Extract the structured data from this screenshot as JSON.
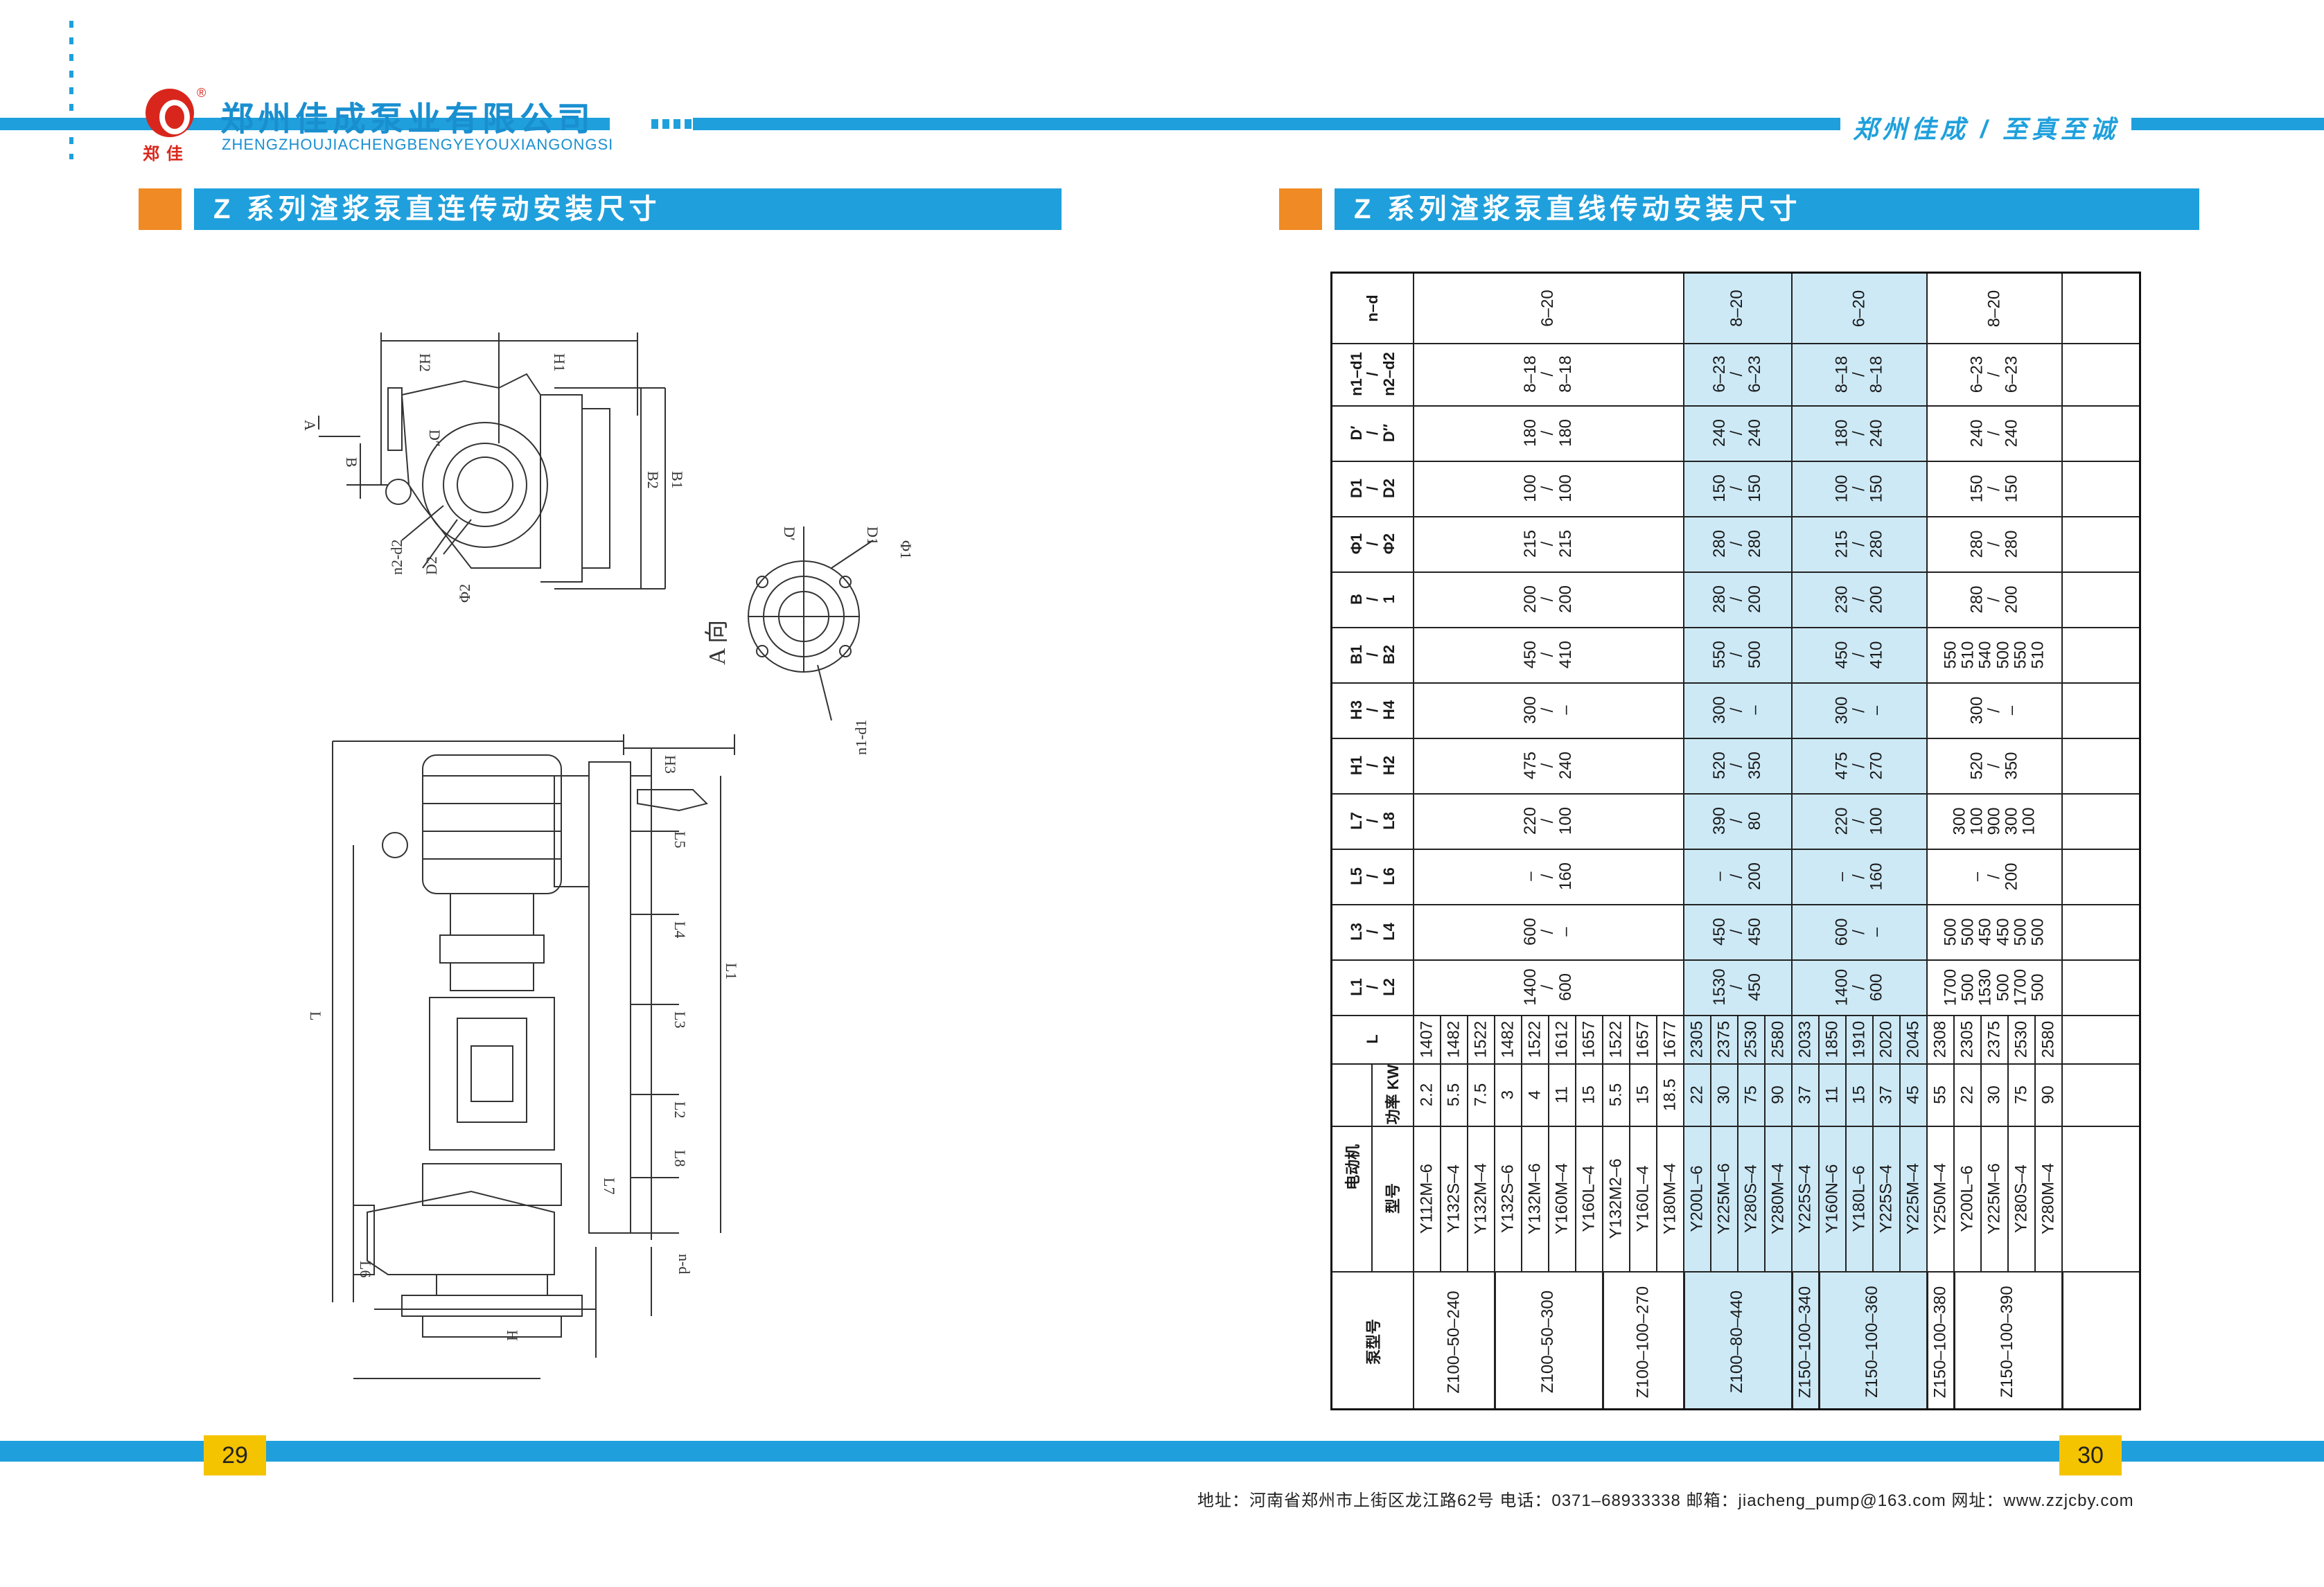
{
  "header": {
    "logo_sub": "郑佳",
    "logo_reg": "®",
    "company_cn": "郑州佳成泵业有限公司",
    "company_en": "ZHENGZHOUJIACHENGBENGYEYOUXIANGONGSI",
    "slogan": "郑州佳成 / 至真至诚"
  },
  "left_section": {
    "title": "Z 系列渣浆泵直连传动安装尺寸"
  },
  "right_section": {
    "title": "Z 系列渣浆泵直线传动安装尺寸"
  },
  "diagram": {
    "labels": [
      "H2",
      "H1",
      "A",
      "B",
      "D″",
      "B2",
      "B1",
      "n2-d2",
      "D2",
      "Φ2",
      "D′",
      "D1",
      "Φ1",
      "A 向",
      "n1-d1",
      "H3",
      "L5",
      "L4",
      "L1",
      "L3",
      "L2",
      "L8",
      "L7",
      "n-d",
      "L6",
      "L",
      "H"
    ]
  },
  "table": {
    "headers": {
      "pump": "泵型号",
      "motor": "电动机",
      "model": "型号",
      "power": "功率 KW",
      "L": "L",
      "L1L2": [
        "L1",
        "/",
        "L2"
      ],
      "L3L4": [
        "L3",
        "/",
        "L4"
      ],
      "L5L6": [
        "L5",
        "/",
        "L6"
      ],
      "L7L8": [
        "L7",
        "/",
        "L8"
      ],
      "H1H2": [
        "H1",
        "/",
        "H2"
      ],
      "H3H4": [
        "H3",
        "/",
        "H4"
      ],
      "B1B2": [
        "B1",
        "/",
        "B2"
      ],
      "B": [
        "B",
        "/",
        "1"
      ],
      "phi": [
        "Φ1",
        "/",
        "Φ2"
      ],
      "D1D2": [
        "D1",
        "/",
        "D2"
      ],
      "Dp": [
        "D′",
        "/",
        "D″"
      ],
      "n1d1": [
        "n1–d1",
        "/",
        "n2–d2"
      ],
      "nd": "n–d"
    },
    "groups": [
      {
        "pump": "Z100–50–240",
        "motors": [
          [
            "Y112M–6",
            "2.2",
            "1407"
          ],
          [
            "Y132S–4",
            "5.5",
            "1482"
          ],
          [
            "Y132M–4",
            "7.5",
            "1522"
          ]
        ]
      },
      {
        "pump": "Z100–50–300",
        "motors": [
          [
            "Y132S–6",
            "3",
            "1482"
          ],
          [
            "Y132M–6",
            "4",
            "1522"
          ],
          [
            "Y160M–4",
            "11",
            "1612"
          ],
          [
            "Y160L–4",
            "15",
            "1657"
          ]
        ]
      },
      {
        "pump": "Z100–100–270",
        "motors": [
          [
            "Y132M2–6",
            "5.5",
            "1522"
          ],
          [
            "Y160L–4",
            "15",
            "1657"
          ],
          [
            "Y180M–4",
            "18.5",
            "1677"
          ]
        ]
      },
      {
        "pump": "Z100–80–440",
        "motors": [
          [
            "Y200L–6",
            "22",
            "2305"
          ],
          [
            "Y225M–6",
            "30",
            "2375"
          ],
          [
            "Y280S–4",
            "75",
            "2530"
          ],
          [
            "Y280M–4",
            "90",
            "2580"
          ]
        ]
      },
      {
        "pump": "Z150–100–340",
        "motors": [
          [
            "Y225S–4",
            "37",
            "2033"
          ]
        ]
      },
      {
        "pump": "Z150–100–360",
        "motors": [
          [
            "Y160N–6",
            "11",
            "1850"
          ],
          [
            "Y180L–6",
            "15",
            "1910"
          ],
          [
            "Y225S–4",
            "37",
            "2020"
          ],
          [
            "Y225M–4",
            "45",
            "2045"
          ]
        ]
      },
      {
        "pump": "Z150–100–380",
        "motors": [
          [
            "Y250M–4",
            "55",
            "2308"
          ]
        ]
      },
      {
        "pump": "Z150–100–390",
        "motors": [
          [
            "Y200L–6",
            "22",
            "2305"
          ],
          [
            "Y225M–6",
            "30",
            "2375"
          ],
          [
            "Y280S–4",
            "75",
            "2530"
          ],
          [
            "Y280M–4",
            "90",
            "2580"
          ]
        ]
      }
    ],
    "dim_blocks": [
      {
        "L1L2": [
          "1400",
          "/",
          "600"
        ],
        "L3L4": [
          "600",
          "/",
          "–"
        ],
        "L5L6": [
          "–",
          "/",
          "160"
        ],
        "L7L8": [
          "220",
          "/",
          "100"
        ],
        "H1H2": [
          "475",
          "/",
          "240"
        ],
        "H3H4": [
          "300",
          "/",
          "–"
        ],
        "B1B2": [
          "450",
          "/",
          "410"
        ],
        "B": [
          "200",
          "/",
          "200"
        ],
        "phi": [
          "215",
          "/",
          "215"
        ],
        "D1D2": [
          "100",
          "/",
          "100"
        ],
        "Dp": [
          "180",
          "/",
          "180"
        ],
        "n1d1": [
          "8–18",
          "/",
          "8–18"
        ],
        "nd": "6–20"
      },
      {
        "L1L2": [
          "1530",
          "/",
          "450"
        ],
        "L3L4": [
          "450",
          "/",
          "450"
        ],
        "L5L6": [
          "–",
          "/",
          "200"
        ],
        "L7L8": [
          "390",
          "/",
          "80"
        ],
        "H1H2": [
          "520",
          "/",
          "350"
        ],
        "H3H4": [
          "300",
          "/",
          "–"
        ],
        "B1B2": [
          "550",
          "/",
          "500"
        ],
        "B": [
          "280",
          "/",
          "200"
        ],
        "phi": [
          "280",
          "/",
          "280"
        ],
        "D1D2": [
          "150",
          "/",
          "150"
        ],
        "Dp": [
          "240",
          "/",
          "240"
        ],
        "n1d1": [
          "6–23",
          "/",
          "6–23"
        ],
        "nd": "8–20"
      },
      {
        "L1L2": [
          "1400",
          "/",
          "600"
        ],
        "L3L4": [
          "600",
          "/",
          "–"
        ],
        "L5L6": [
          "–",
          "/",
          "160"
        ],
        "L7L8": [
          "220",
          "/",
          "100"
        ],
        "H1H2": [
          "475",
          "/",
          "270"
        ],
        "H3H4": [
          "300",
          "/",
          "–"
        ],
        "B1B2": [
          "450",
          "/",
          "410"
        ],
        "B": [
          "230",
          "/",
          "200"
        ],
        "phi": [
          "215",
          "/",
          "280"
        ],
        "D1D2": [
          "100",
          "/",
          "150"
        ],
        "Dp": [
          "180",
          "/",
          "240"
        ],
        "n1d1": [
          "8–18",
          "/",
          "8–18"
        ],
        "nd": "6–20"
      },
      {
        "L1L2": [
          "1700",
          "500",
          "1530",
          "500",
          "1700",
          "500"
        ],
        "L3L4": [
          "500",
          "500",
          "450",
          "450",
          "500",
          "500"
        ],
        "L5L6": [
          "–",
          "/",
          "200"
        ],
        "L7L8": [
          "300",
          "100",
          "900",
          "300",
          "100"
        ],
        "H1H2": [
          "520",
          "/",
          "350"
        ],
        "H3H4": [
          "300",
          "/",
          "–"
        ],
        "B1B2": [
          "550",
          "510",
          "540",
          "500",
          "550",
          "510"
        ],
        "B": [
          "280",
          "/",
          "200"
        ],
        "phi": [
          "280",
          "/",
          "280"
        ],
        "D1D2": [
          "150",
          "/",
          "150"
        ],
        "Dp": [
          "240",
          "/",
          "240"
        ],
        "n1d1": [
          "6–23",
          "/",
          "6–23"
        ],
        "nd": "8–20"
      }
    ]
  },
  "footer": {
    "page_left": "29",
    "page_right": "30",
    "contact": "地址：河南省郑州市上街区龙江路62号    电话：0371–68933338    邮箱：jiacheng_pump@163.com    网址：www.zzjcby.com"
  }
}
